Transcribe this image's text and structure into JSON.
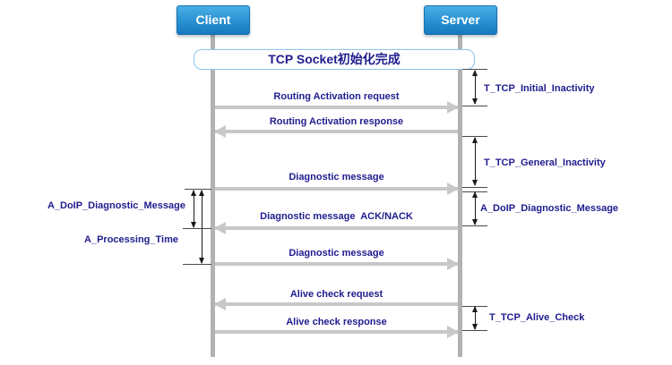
{
  "diagram": {
    "actors": [
      {
        "label": "Client"
      },
      {
        "label": "Server"
      }
    ],
    "note": "TCP Socket初始化完成",
    "messages": [
      {
        "label": "Routing Activation request",
        "direction": "right",
        "from": "Client",
        "to": "Server"
      },
      {
        "label": "Routing Activation response",
        "direction": "left",
        "from": "Server",
        "to": "Client"
      },
      {
        "label": "Diagnostic message",
        "direction": "right",
        "from": "Client",
        "to": "Server"
      },
      {
        "label": "Diagnostic message  ACK/NACK",
        "direction": "left",
        "from": "Server",
        "to": "Client"
      },
      {
        "label": "Diagnostic message",
        "direction": "right",
        "from": "Client",
        "to": "Server"
      },
      {
        "label": "Alive check request",
        "direction": "left",
        "from": "Server",
        "to": "Client"
      },
      {
        "label": "Alive check response",
        "direction": "right",
        "from": "Client",
        "to": "Server"
      }
    ],
    "timers_right": [
      {
        "label": "T_TCP_Initial_Inactivity"
      },
      {
        "label": "T_TCP_General_Inactivity"
      },
      {
        "label": "A_DoIP_Diagnostic_Message"
      },
      {
        "label": "T_TCP_Alive_Check"
      }
    ],
    "timers_left": [
      {
        "label": "A_DoIP_Diagnostic_Message"
      },
      {
        "label": "A_Processing_Time"
      }
    ],
    "colors": {
      "actor_gradient_top": "#4aafe5",
      "actor_gradient_bottom": "#1778be",
      "actor_text": "#ffffff",
      "label_text": "#201c8e",
      "lifeline": "#b2b2b5",
      "message_arrow": "#c8c8c8",
      "note_border": "#8cc6ea",
      "timer_arrow": "#1a1a1a"
    }
  }
}
